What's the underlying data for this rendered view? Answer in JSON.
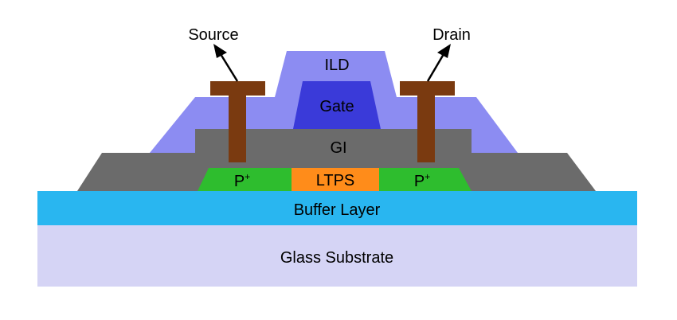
{
  "labels": {
    "source": "Source",
    "drain": "Drain",
    "ild": "ILD",
    "gate": "Gate",
    "gi": "GI",
    "p_left": "P",
    "p_right": "P",
    "p_sup": "+",
    "ltps": "LTPS",
    "buffer": "Buffer Layer",
    "glass": "Glass Substrate"
  },
  "colors": {
    "glass": "#d5d4f5",
    "buffer": "#29b6f0",
    "gi": "#6b6b6b",
    "ild": "#8c8cf2",
    "gate": "#3a3ad9",
    "p_region": "#2ebd2e",
    "ltps": "#ff8c1a",
    "electrode": "#7a3a10"
  }
}
